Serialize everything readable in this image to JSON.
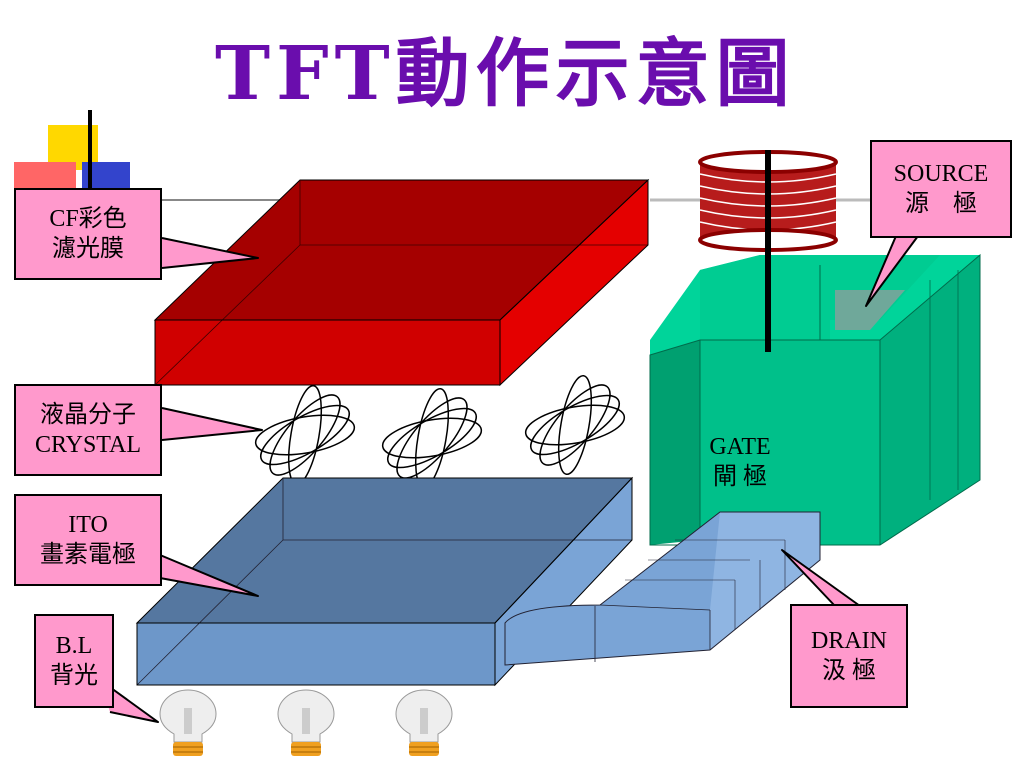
{
  "title": "TFT動作示意圖",
  "labels": {
    "cf": {
      "line1": "CF彩色",
      "line2": "濾光膜"
    },
    "crystal": {
      "line1": "液晶分子",
      "line2": "CRYSTAL"
    },
    "ito": {
      "line1": "ITO",
      "line2": "畫素電極"
    },
    "bl": {
      "line1": "B.L",
      "line2": "背光"
    },
    "source": {
      "line1": "SOURCE",
      "line2": "源　極"
    },
    "gate": {
      "line1": "GATE",
      "line2": "閘 極"
    },
    "drain": {
      "line1": "DRAIN",
      "line2": "汲 極"
    }
  },
  "colors": {
    "title": "#6a0dad",
    "callout": "#ff99cc",
    "cf_filter": "#dd0000",
    "ito_electrode": "#7097c7",
    "gate_block": "#00c08a",
    "coil": "#cc2222"
  },
  "icons": [
    "liquid-crystal-molecule-icon",
    "backlight-bulb-icon",
    "source-coil-icon"
  ]
}
